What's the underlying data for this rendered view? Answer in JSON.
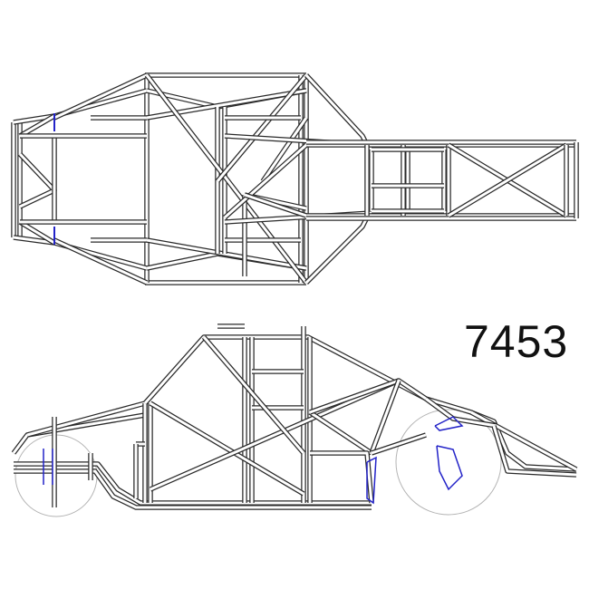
{
  "drawing": {
    "part_number": "7453",
    "views": [
      "top-view",
      "side-view"
    ],
    "colors": {
      "tube_outline": "#2a2a2a",
      "tube_fill": "#ffffff",
      "mount_highlight": "#2323c8",
      "wheel_outline": "#b4b4b4"
    }
  }
}
